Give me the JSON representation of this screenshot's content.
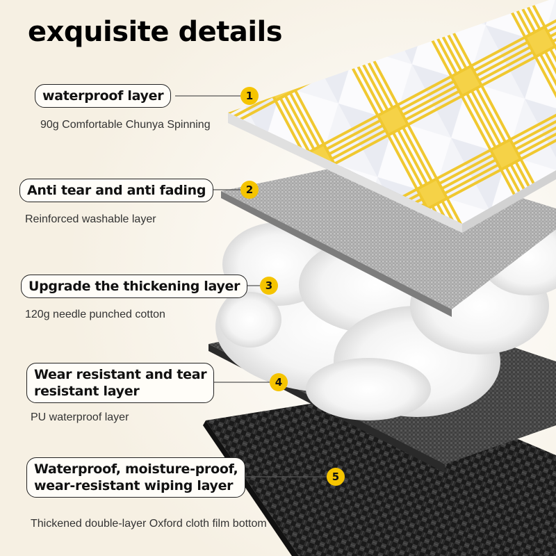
{
  "title": "exquisite details",
  "layers": [
    {
      "number": "1",
      "heading": "waterproof layer",
      "description": "90g Comfortable Chunya Spinning"
    },
    {
      "number": "2",
      "heading": "Anti tear and anti fading",
      "description": "Reinforced washable layer"
    },
    {
      "number": "3",
      "heading": "Upgrade the thickening layer",
      "description": "120g needle punched cotton"
    },
    {
      "number": "4",
      "heading_line1": "Wear resistant and tear",
      "heading_line2": "resistant layer",
      "description": "PU waterproof layer"
    },
    {
      "number": "5",
      "heading_line1": "Waterproof, moisture-proof,",
      "heading_line2": "wear-resistant wiping layer",
      "description": "Thickened double-layer Oxford cloth film bottom"
    }
  ],
  "colors": {
    "accent": "#f5c400",
    "background": "#f6f0e3",
    "plaid_yellow": "#f0c830"
  }
}
